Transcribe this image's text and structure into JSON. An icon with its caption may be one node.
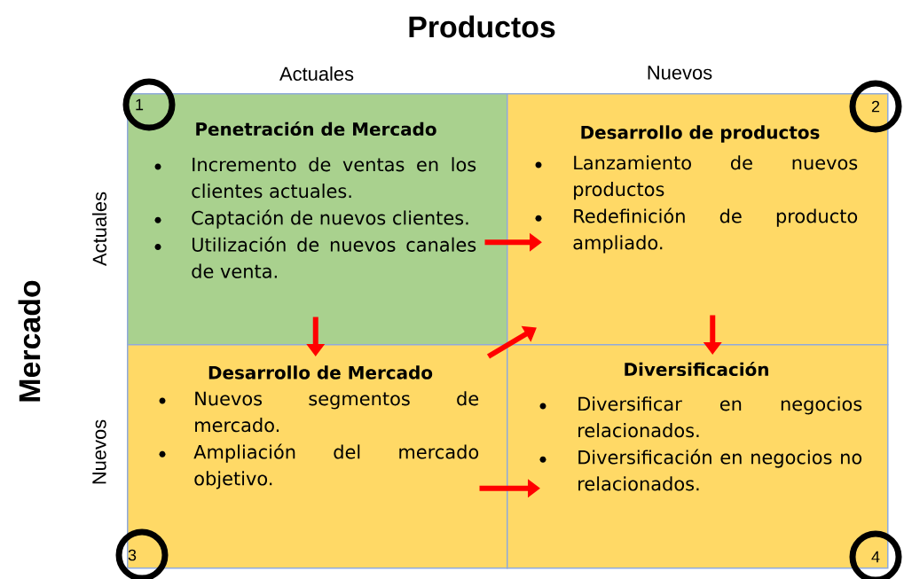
{
  "diagram": {
    "nodes": [
      {
        "text": [
          "Penetración de Mercado",
          "Incremento de ventas en los clientes actuales.",
          "Captación de nuevos clientes.",
          "Utilización de nuevos canales de venta."
        ]
      },
      {
        "text": [
          "Desarrollo de productos",
          "Lanzamiento de nuevos productos",
          "Redefinición de producto ampliado."
        ]
      },
      {
        "text": [
          "Desarrollo de Mercado",
          "Nuevos segmentos de mercado.",
          "Ampliación del mercado objetivo."
        ]
      },
      {
        "text": [
          "Diversificación",
          "Diversificar en negocios relacionados.",
          "Diversificación en negocios no relacionados."
        ]
      }
    ],
    "edges": [
      {
        "from": 0,
        "to": 1,
        "arrow": "to"
      },
      {
        "from": 0,
        "to": 2,
        "arrow": "to"
      },
      {
        "from": 2,
        "to": 1,
        "arrow": "to"
      },
      {
        "from": 1,
        "to": 3,
        "arrow": "to"
      },
      {
        "from": 2,
        "to": 3,
        "arrow": "to"
      }
    ],
    "labels": [
      "Productos",
      "Actuales",
      "Nuevos",
      "1",
      "2",
      "Actuales",
      "Mercado",
      "Nuevos",
      "3",
      "4"
    ]
  }
}
